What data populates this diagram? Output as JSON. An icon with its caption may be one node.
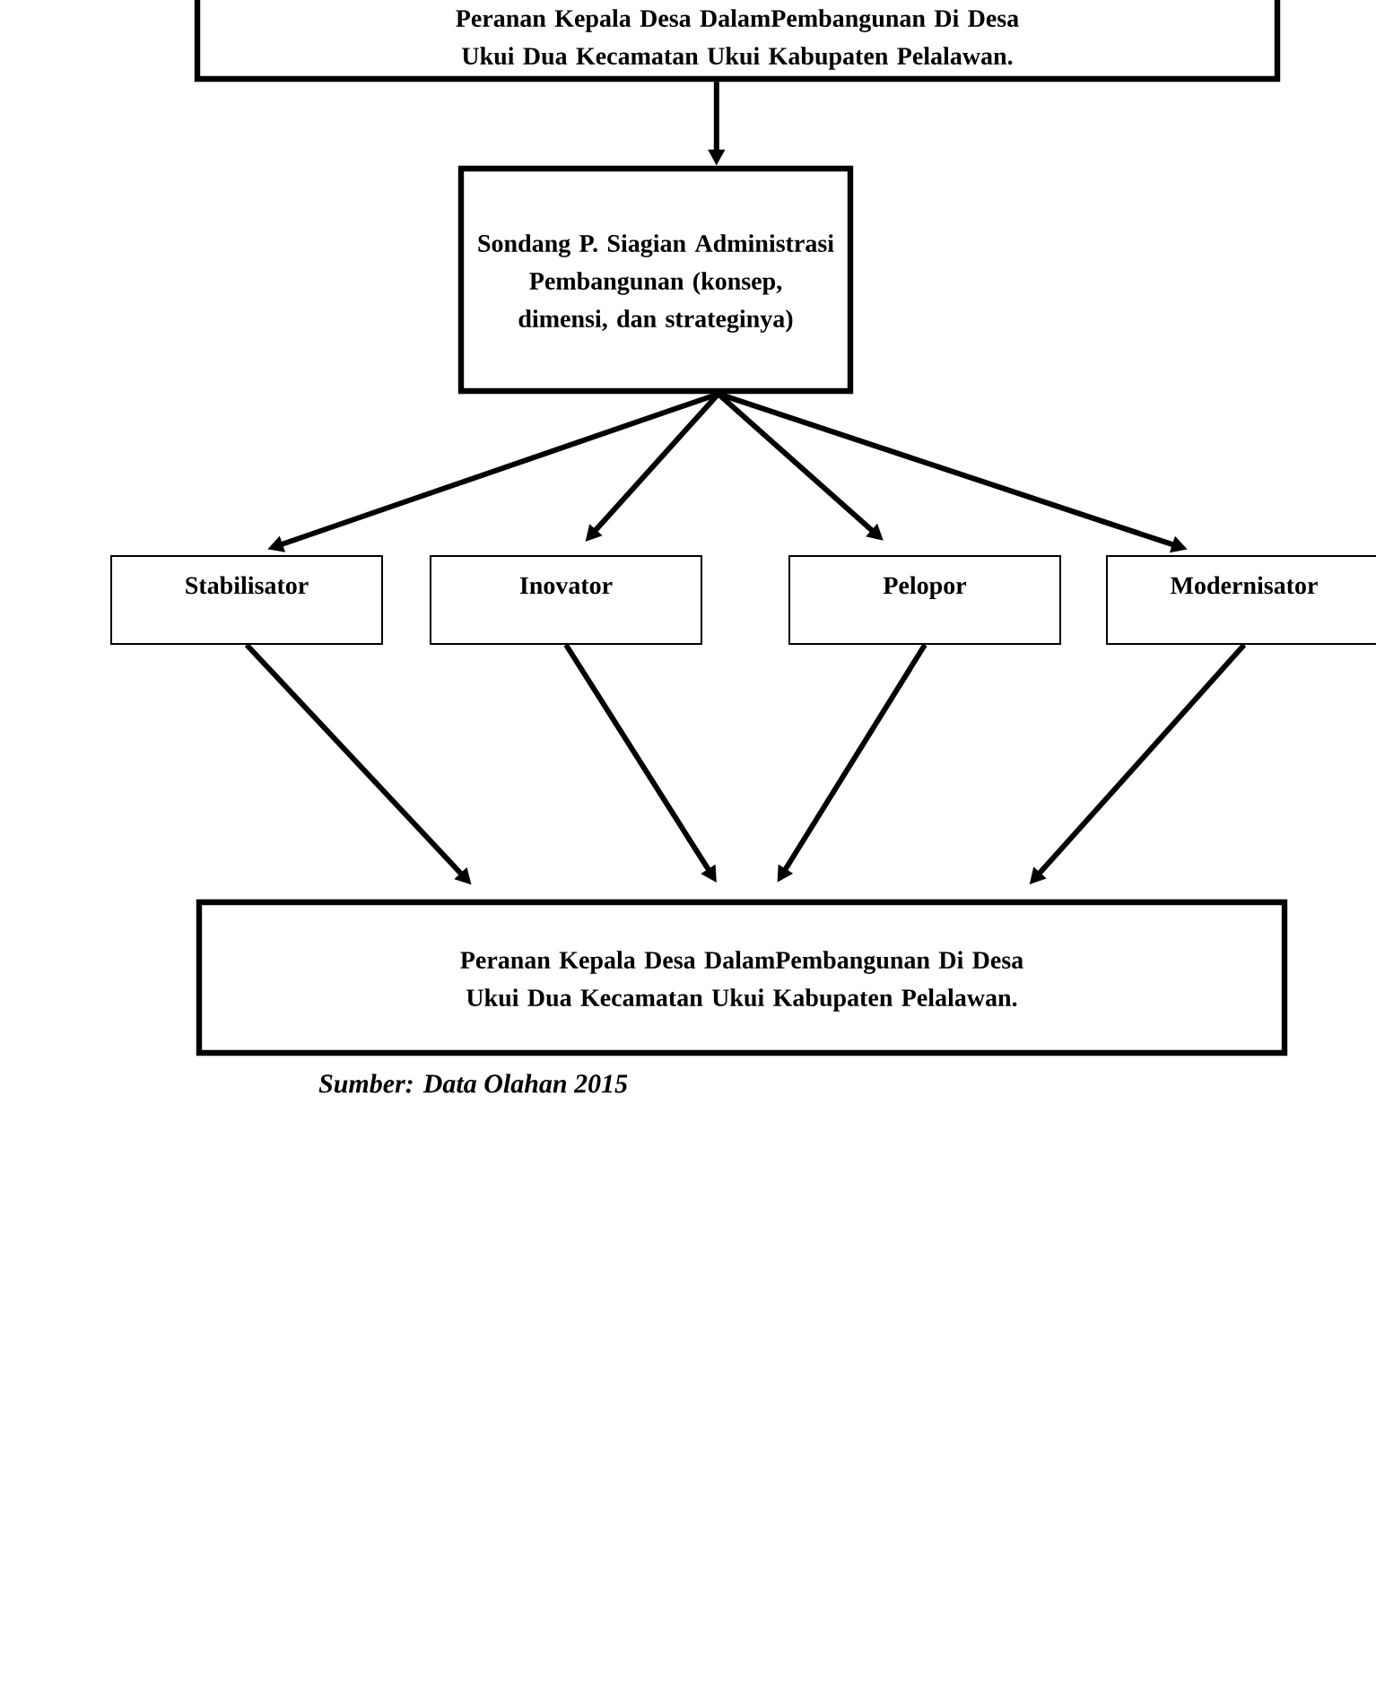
{
  "diagram": {
    "nodes": [
      {
        "text": [
          "Peranan Kepala Desa DalamPembangunan Di Desa Ukui Dua Kecamatan Ukui Kabupaten Pelalawan."
        ]
      },
      {
        "text": [
          "Sondang P. Siagian Administrasi Pembangunan (konsep, dimensi, dan strateginya)"
        ]
      },
      {
        "text": [
          "Stabilisator"
        ]
      },
      {
        "text": [
          "Inovator"
        ]
      },
      {
        "text": [
          "Pelopor"
        ]
      },
      {
        "text": [
          "Modernisator"
        ]
      },
      {
        "text": [
          "Peranan Kepala Desa DalamPembangunan Di Desa Ukui Dua Kecamatan Ukui Kabupaten Pelalawan."
        ]
      }
    ],
    "edges": [
      {
        "from": 0,
        "to": 1,
        "arrow": "to"
      },
      {
        "from": 1,
        "to": 2,
        "arrow": "to"
      },
      {
        "from": 1,
        "to": 3,
        "arrow": "to"
      },
      {
        "from": 1,
        "to": 4,
        "arrow": "to"
      },
      {
        "from": 1,
        "to": 5,
        "arrow": "to"
      },
      {
        "from": 2,
        "to": 6,
        "arrow": "to"
      },
      {
        "from": 3,
        "to": 6,
        "arrow": "to"
      },
      {
        "from": 4,
        "to": 6,
        "arrow": "to"
      },
      {
        "from": 5,
        "to": 6,
        "arrow": "to"
      }
    ],
    "labels": [
      "Sumber: Data Olahan 2015"
    ]
  }
}
